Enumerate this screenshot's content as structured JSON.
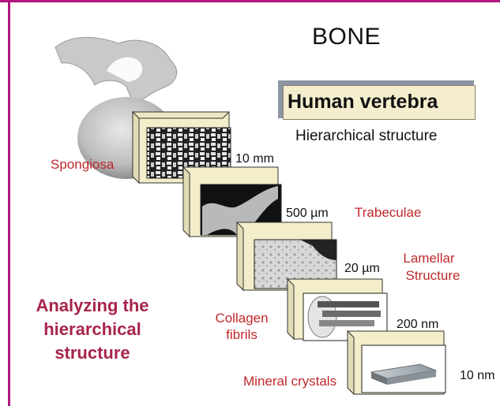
{
  "title": "BONE",
  "badge": {
    "title": "Human vertebra",
    "subtitle": "Hierarchical structure"
  },
  "levels": [
    {
      "name": "Spongiosa",
      "scale": "10 mm"
    },
    {
      "name": "Trabeculae",
      "scale": "500 µm"
    },
    {
      "name_line1": "Lamellar",
      "name_line2": "Structure",
      "scale": "20 µm"
    },
    {
      "name_line1": "Collagen",
      "name_line2": "fibrils",
      "scale": "200 nm"
    },
    {
      "name": "Mineral crystals",
      "scale": "10 nm"
    }
  ],
  "footer": {
    "line1": "Analyzing the",
    "line2": "hierarchical",
    "line3": "structure"
  },
  "colors": {
    "frame": "#b0167e",
    "label_red": "#c0282a",
    "analyzing": "#a8254a",
    "badge_fill": "#f4eece",
    "panel_fill": "#f3edc9"
  }
}
